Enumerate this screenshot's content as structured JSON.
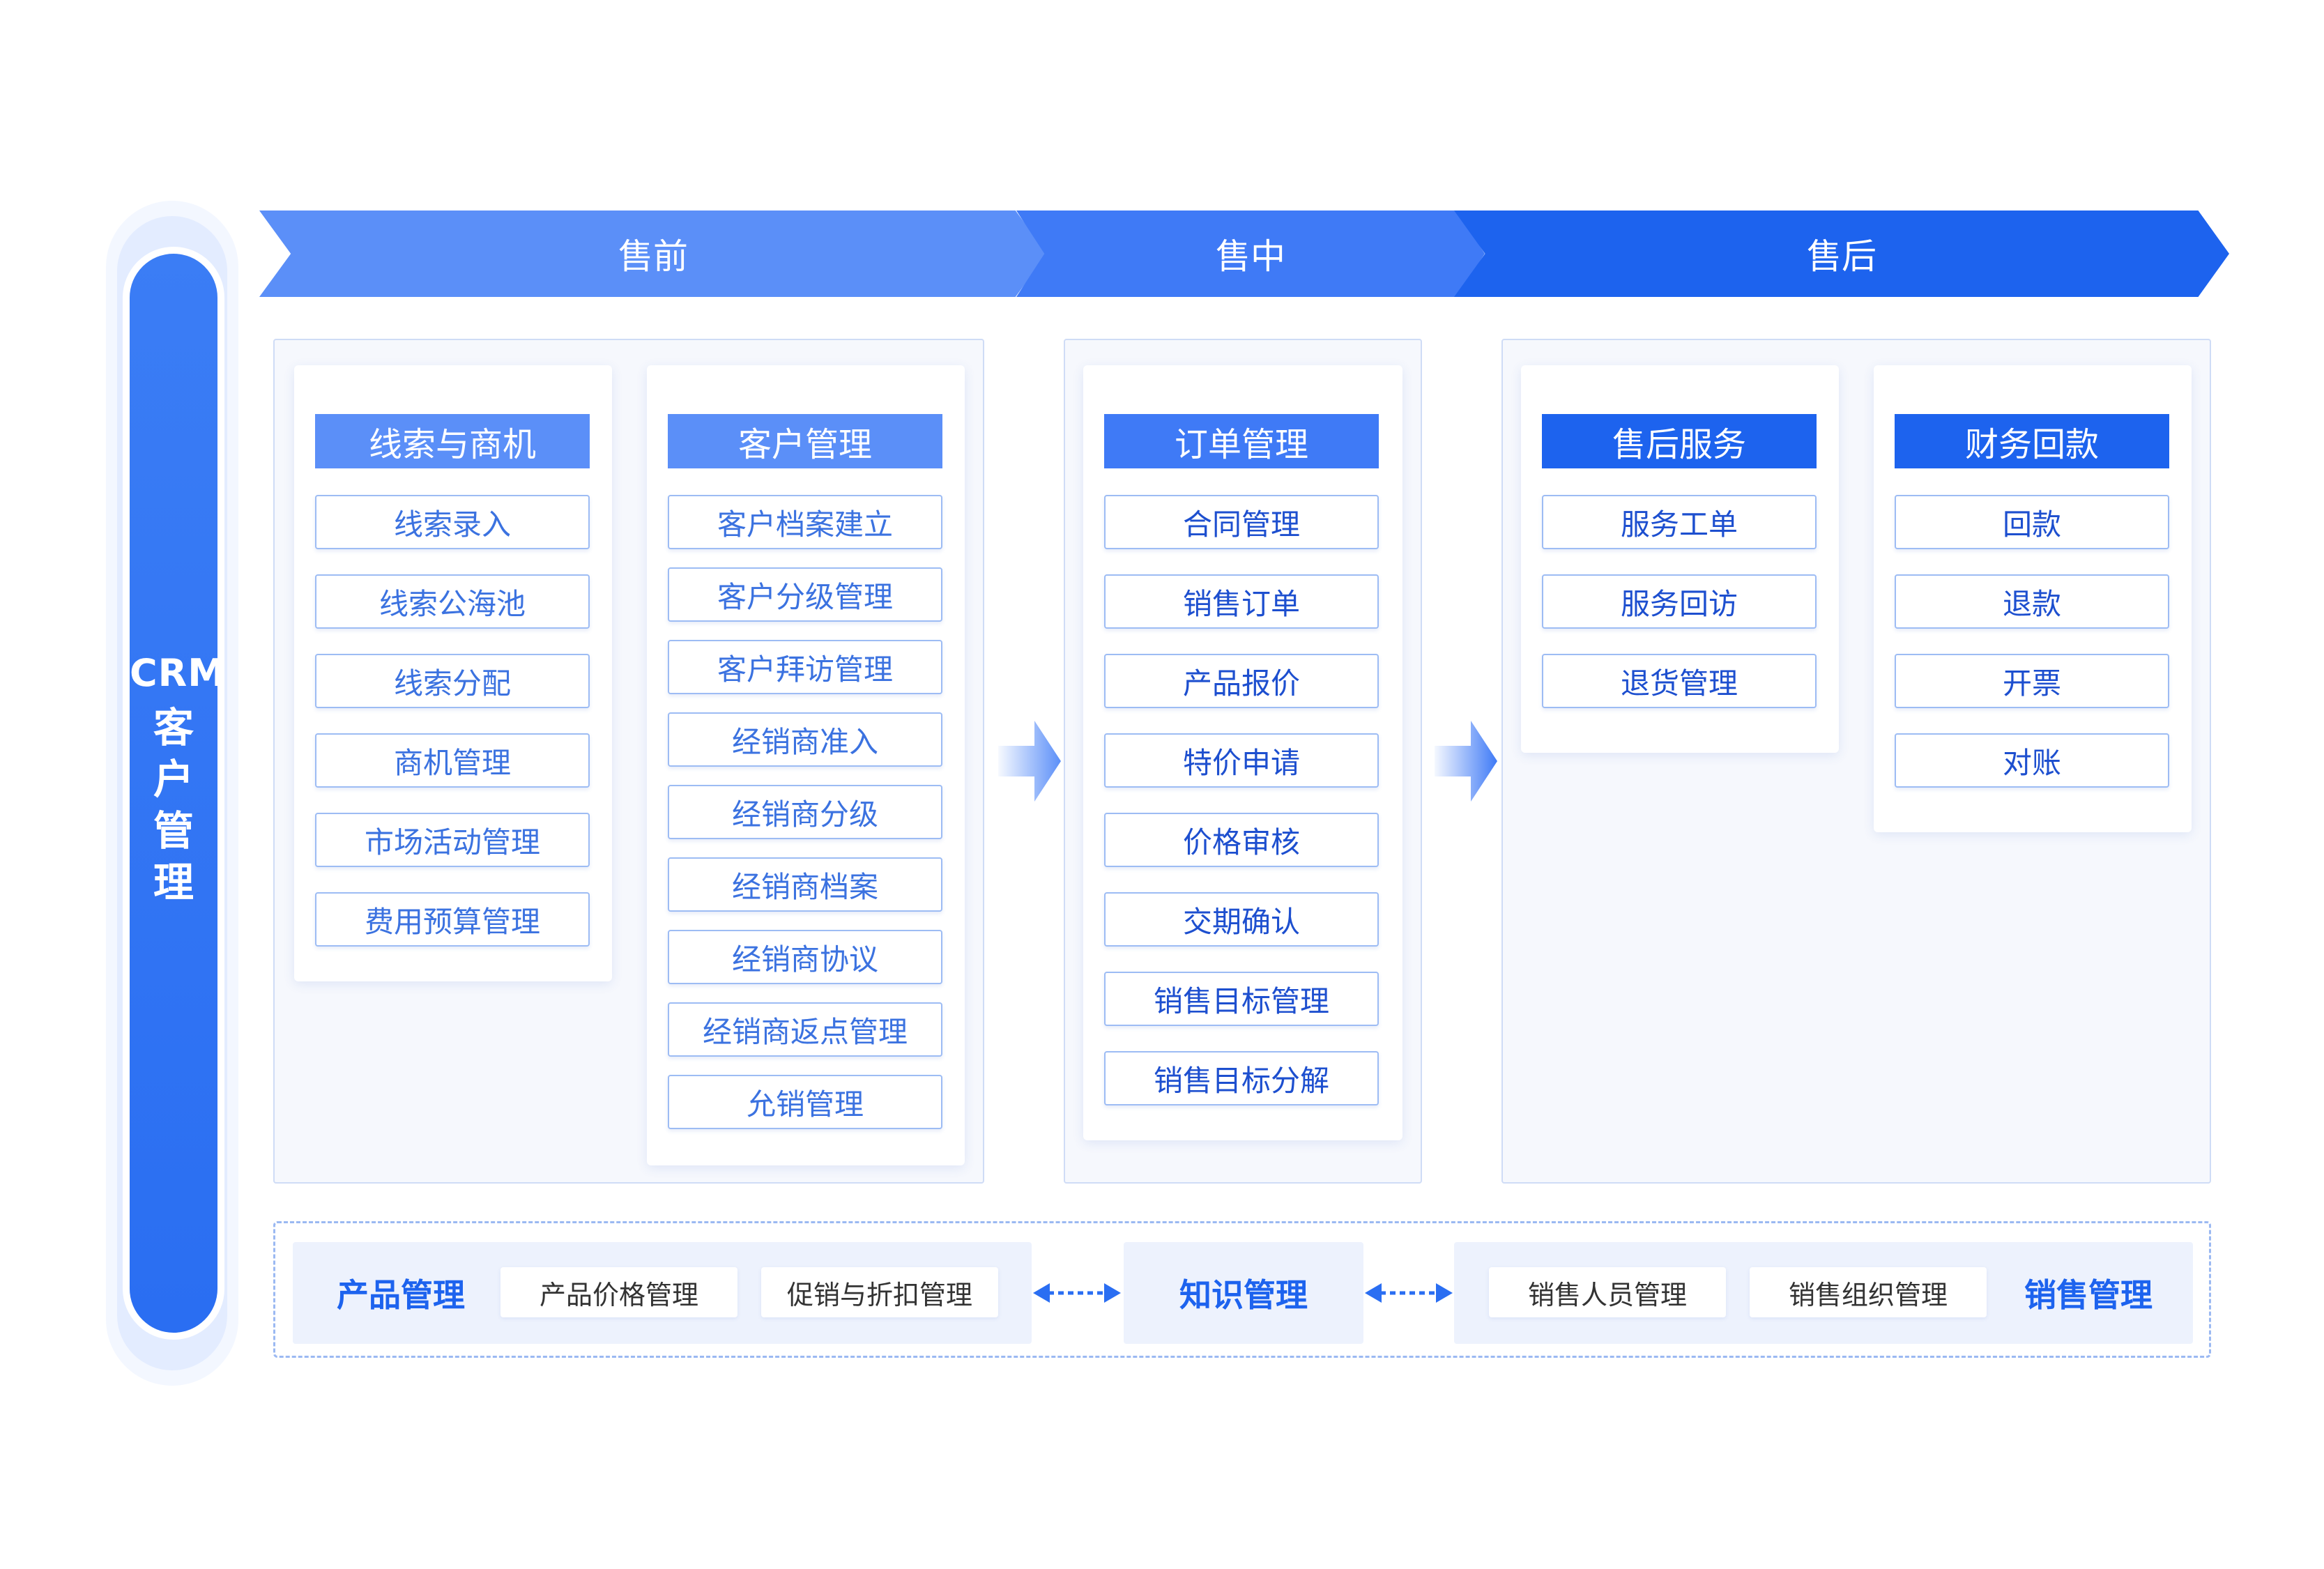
{
  "side": {
    "crm": "CRM",
    "title": [
      "客",
      "户",
      "管",
      "理"
    ]
  },
  "phases": [
    "售前",
    "售中",
    "售后"
  ],
  "columns": {
    "leads": {
      "title": "线索与商机",
      "items": [
        "线索录入",
        "线索公海池",
        "线索分配",
        "商机管理",
        "市场活动管理",
        "费用预算管理"
      ]
    },
    "customer": {
      "title": "客户管理",
      "items": [
        "客户档案建立",
        "客户分级管理",
        "客户拜访管理",
        "经销商准入",
        "经销商分级",
        "经销商档案",
        "经销商协议",
        "经销商返点管理",
        "允销管理"
      ]
    },
    "order": {
      "title": "订单管理",
      "items": [
        "合同管理",
        "销售订单",
        "产品报价",
        "特价申请",
        "价格审核",
        "交期确认",
        "销售目标管理",
        "销售目标分解"
      ]
    },
    "service": {
      "title": "售后服务",
      "items": [
        "服务工单",
        "服务回访",
        "退货管理"
      ]
    },
    "finance": {
      "title": "财务回款",
      "items": [
        "回款",
        "退款",
        "开票",
        "对账"
      ]
    }
  },
  "bottom": {
    "product": {
      "title": "产品管理",
      "items": [
        "产品价格管理",
        "促销与折扣管理"
      ]
    },
    "knowledge": {
      "title": "知识管理"
    },
    "sales": {
      "title": "销售管理",
      "items": [
        "销售人员管理",
        "销售组织管理"
      ]
    }
  },
  "colors": {
    "light": "#5b8ff8",
    "mid": "#3f7af6",
    "dark": "#1d63ee",
    "accent_text": "#3b72e0"
  }
}
